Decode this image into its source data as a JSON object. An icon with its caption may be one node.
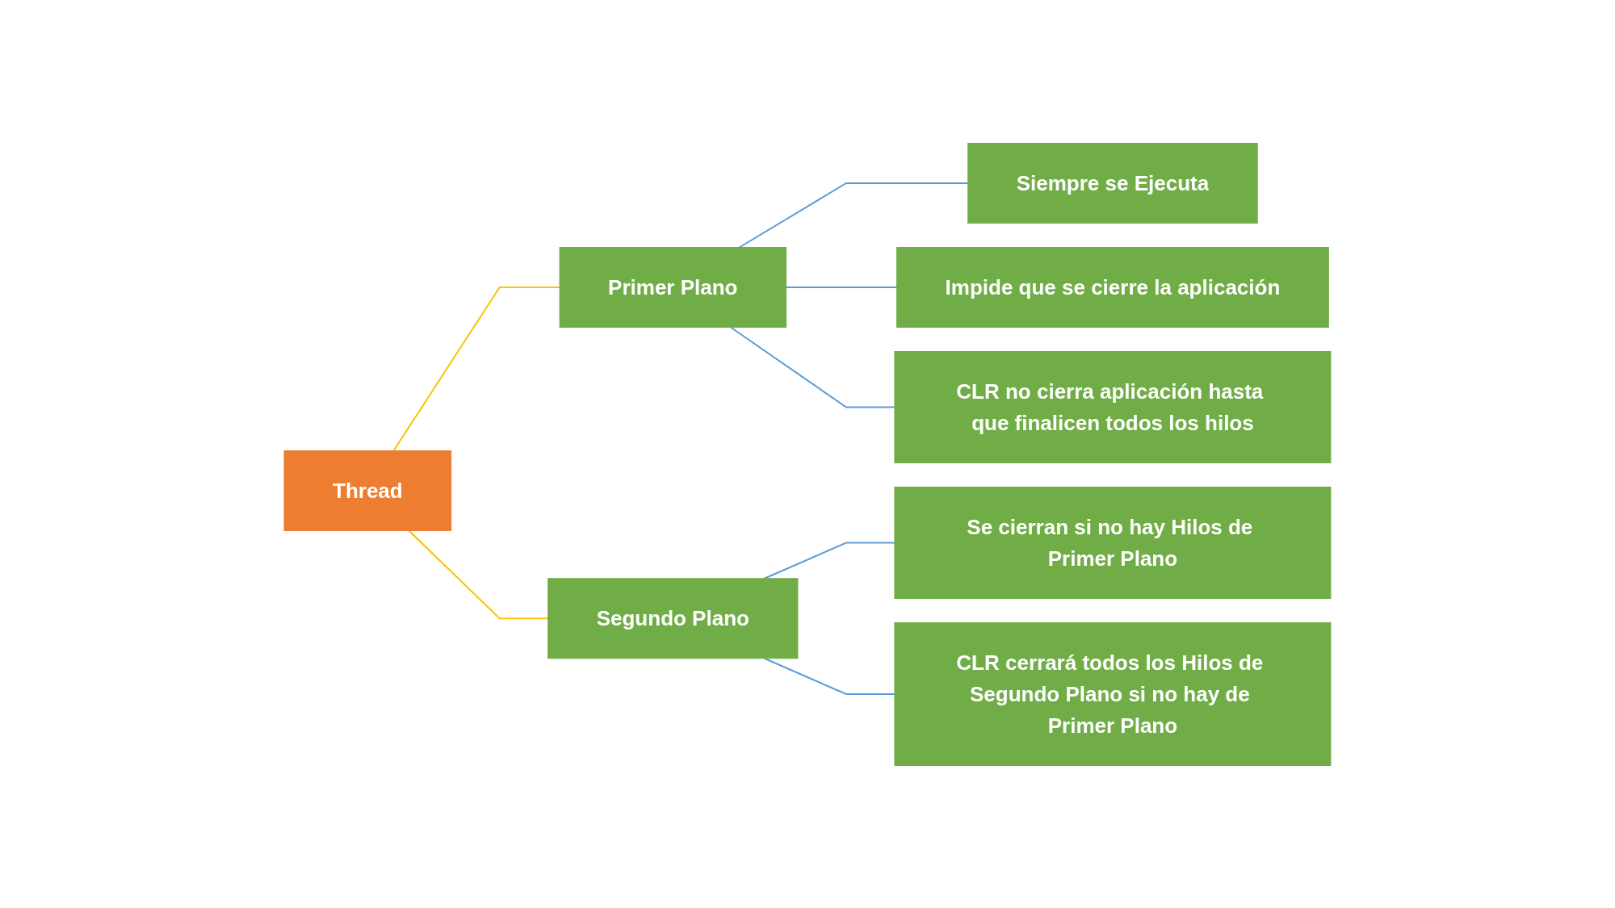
{
  "diagram": {
    "nodes": [
      {
        "text": [
          "Thread"
        ]
      },
      {
        "text": [
          "Primer Plano"
        ]
      },
      {
        "text": [
          "Segundo Plano"
        ]
      },
      {
        "text": [
          "Siempre se Ejecuta"
        ]
      },
      {
        "text": [
          "Impide que se cierre la aplicación"
        ]
      },
      {
        "text": [
          "CLR no cierra aplicación hasta que finalicen todos los hilos"
        ]
      },
      {
        "text": [
          "Se cierran si no hay Hilos de Primer Plano"
        ]
      },
      {
        "text": [
          "CLR cerrará todos los Hilos de Segundo Plano si no hay de Primer Plano"
        ]
      }
    ],
    "edges": [
      {
        "from": 0,
        "to": 1,
        "arrow": "none",
        "color": "#ffc000"
      },
      {
        "from": 0,
        "to": 2,
        "arrow": "none",
        "color": "#ffc000"
      },
      {
        "from": 1,
        "to": 3,
        "arrow": "none"
      },
      {
        "from": 1,
        "to": 4,
        "arrow": "none"
      },
      {
        "from": 1,
        "to": 5,
        "arrow": "none"
      },
      {
        "from": 2,
        "to": 6,
        "arrow": "none"
      },
      {
        "from": 2,
        "to": 7,
        "arrow": "none"
      }
    ]
  }
}
